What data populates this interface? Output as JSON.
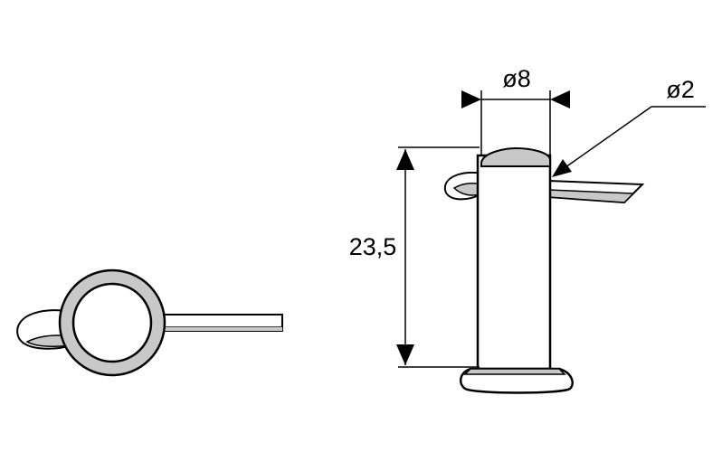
{
  "diagram": {
    "dimensions": {
      "diameter_pin": "ø8",
      "diameter_clip": "ø2",
      "length": "23,5"
    },
    "colors": {
      "line": "#000000",
      "fill_grey": "#c8c8c8",
      "fill_white": "#ffffff"
    }
  }
}
